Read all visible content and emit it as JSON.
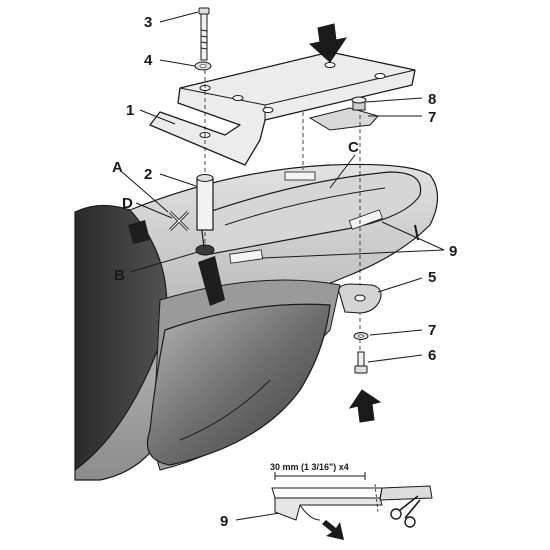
{
  "callouts": {
    "n3": "3",
    "n4": "4",
    "n1": "1",
    "n8": "8",
    "n7_top": "7",
    "n2": "2",
    "nA": "A",
    "nD": "D",
    "nC": "C",
    "nB": "B",
    "n9_mid": "9",
    "n5": "5",
    "n7_low": "7",
    "n6": "6",
    "n9_bottom": "9"
  },
  "dimension_label": "30 mm (1 3/16\") x4",
  "colors": {
    "ink": "#1a1a1a",
    "body_dark": "#3a3a3a",
    "body_light": "#c8c8c8",
    "plate": "#e6e6e6",
    "lens": "#8a8a8a",
    "arrow": "#1a1a1a"
  },
  "icons": [
    "arrow-down-icon",
    "arrow-up-icon",
    "scissors-icon",
    "cross-mark-icon"
  ]
}
